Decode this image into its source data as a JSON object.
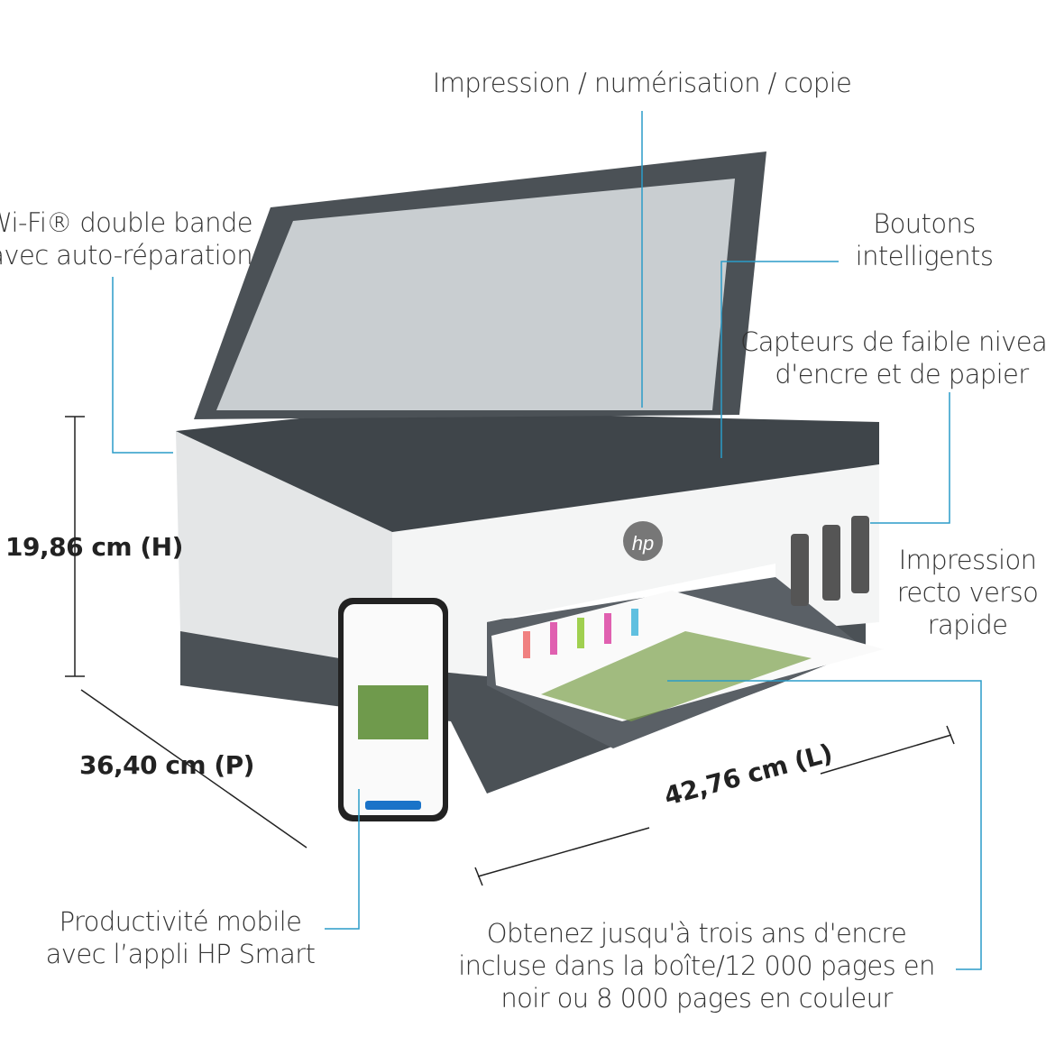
{
  "labels": {
    "print_scan_copy": "Impression / numérisation / copie",
    "wifi": [
      "Wi-Fi® double bande",
      "avec auto-réparation"
    ],
    "smart_buttons": [
      "Boutons",
      "intelligents"
    ],
    "sensors": [
      "Capteurs de faible niveau",
      "d'encre et de papier"
    ],
    "duplex": [
      "Impression",
      "recto verso",
      "rapide"
    ],
    "mobile": [
      "Productivité mobile",
      "avec l’appli HP Smart"
    ],
    "ink": [
      "Obtenez jusqu'à trois ans d'encre",
      "incluse dans la boîte/12 000 pages en",
      "noir ou 8 000 pages en couleur"
    ]
  },
  "dimensions": {
    "height": "19,86 cm (H)",
    "depth": "36,40 cm (P)",
    "width": "42,76 cm (L)"
  },
  "colors": {
    "leader_line": "#2a9cc8",
    "printer_dark": "#4a5055",
    "printer_white": "#f2f3f3"
  },
  "logo": "hp"
}
